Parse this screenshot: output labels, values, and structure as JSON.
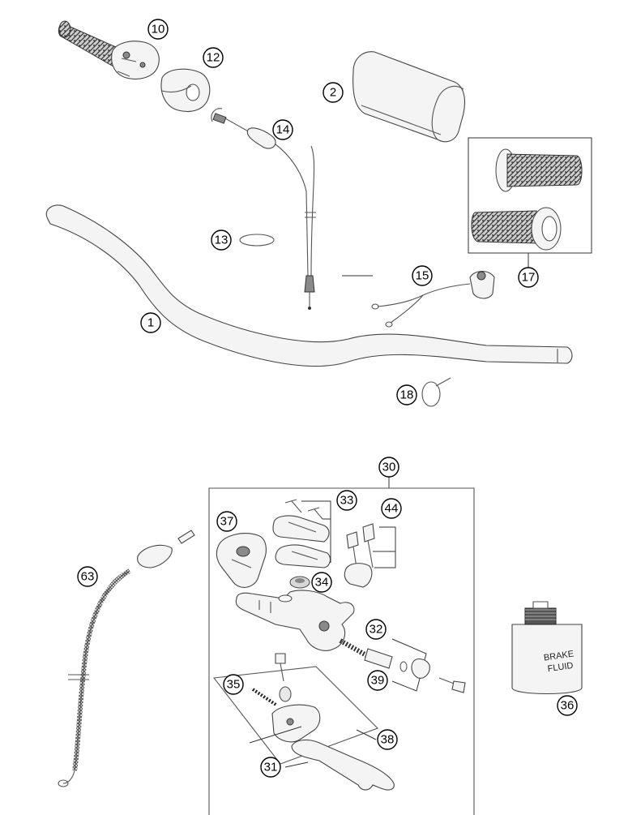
{
  "labels": {
    "p1": "1",
    "p2": "2",
    "p10": "10",
    "p12": "12",
    "p13": "13",
    "p14": "14",
    "p15": "15",
    "p17": "17",
    "p18": "18",
    "p30": "30",
    "p31": "31",
    "p32": "32",
    "p33": "33",
    "p34": "34",
    "p35": "35",
    "p36": "36",
    "p37": "37",
    "p38": "38",
    "p39": "39",
    "p44": "44",
    "p63": "63"
  },
  "brake_fluid_can": {
    "line1": "BRAKE",
    "line2": "FLUID"
  }
}
